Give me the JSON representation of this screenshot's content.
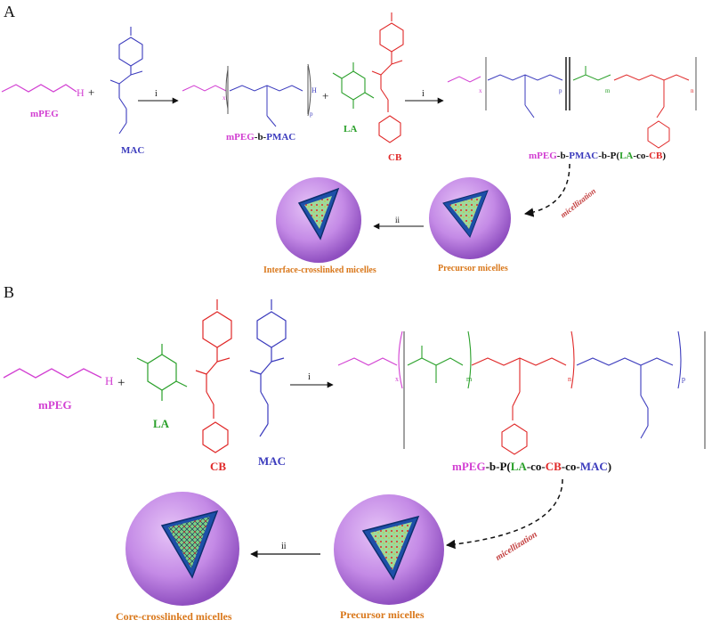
{
  "panels": {
    "a": {
      "letter": "A",
      "step1": "i",
      "step2": "i",
      "step3": "ii",
      "mpeg": "mPEG",
      "oh_h": "H",
      "mac": "MAC",
      "la": "LA",
      "cb": "CB",
      "intermediate": {
        "p1": "mPEG",
        "dash": "-b-",
        "p2": "PMAC"
      },
      "product": {
        "t1": "mPEG",
        "t2": "-b-",
        "t3": "PMAC",
        "t4": "-b-P(",
        "t5": "LA",
        "t6": "-co-",
        "t7": "CB",
        "t8": ")"
      },
      "micellization": "micellization",
      "micelle_left": "Interface-crosslinked micelles",
      "micelle_right": "Precursor micelles",
      "subscripts": {
        "x": "x",
        "p": "p",
        "m": "m",
        "n": "n"
      }
    },
    "b": {
      "letter": "B",
      "step1": "i",
      "step3": "ii",
      "mpeg": "mPEG",
      "oh_h": "H",
      "la": "LA",
      "cb": "CB",
      "mac": "MAC",
      "product": {
        "t1": "mPEG",
        "t2": "-b-P(",
        "t3": "LA",
        "t4": "-co-",
        "t5": "CB",
        "t6": "-co-",
        "t7": "MAC",
        "t8": ")"
      },
      "micellization": "micellization",
      "micelle_left": "Core-crosslinked micelles",
      "micelle_right": "Precursor micelles",
      "subscripts": {
        "x": "x",
        "m": "m",
        "n": "n",
        "p": "p"
      }
    }
  },
  "colors": {
    "peg": "#d23fd2",
    "mac": "#3b3bbd",
    "la": "#2aa02a",
    "cb": "#e02828",
    "orange": "#d9771a",
    "micelle": "#c98fe8",
    "micelle_dark": "#9b5cc7",
    "black": "#111111"
  }
}
